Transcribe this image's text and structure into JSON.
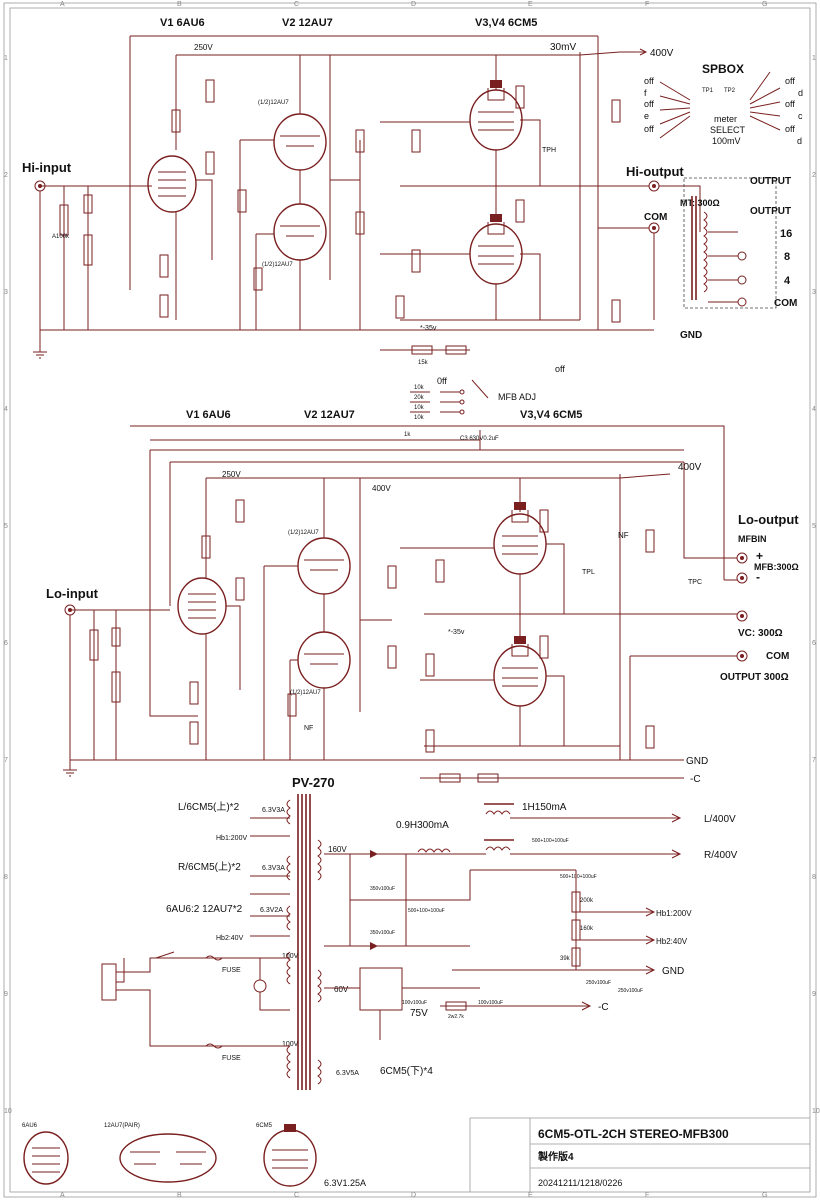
{
  "top_section": {
    "tube_v1": "V1 6AU6",
    "tube_v2": "V2 12AU7",
    "tube_v34": "V3,V4 6CM5",
    "hi_input": "Hi-input",
    "hi_output": "Hi-output",
    "b250": "250V",
    "b400": "400V",
    "mv30": "30mV",
    "spbox": "SPBOX",
    "meter": "meter",
    "select": "SELECT",
    "mv100": "100mV",
    "output1": "OUTPUT",
    "output2": "OUTPUT",
    "mt": "MT: 300Ω",
    "tap16": "16",
    "tap8": "8",
    "tap4": "4",
    "com1": "COM",
    "com2": "COM",
    "gnd": "GND",
    "off": "off",
    "minus35": "*-35v",
    "tp1": "TP1",
    "tp2": "TP2",
    "tph": "TPH"
  },
  "mfb_adj": {
    "label": "MFB ADJ",
    "off": "0ff",
    "r1": "10k",
    "r2": "20k",
    "r3": "10k",
    "r4": "10k",
    "feedback_cap": "C3 630V0.2uF",
    "feedback_res": "1k"
  },
  "bottom_section": {
    "tube_v1": "V1 6AU6",
    "tube_v2": "V2 12AU7",
    "tube_v34": "V3,V4 6CM5",
    "lo_input": "Lo-input",
    "lo_output": "Lo-output",
    "b250": "250V",
    "b400": "400V",
    "mfbin": "MFBIN",
    "mfb300": "MFB:300Ω",
    "plus": "+",
    "minus": "-",
    "vc300": "VC: 300Ω",
    "com": "COM",
    "output300": "OUTPUT 300Ω",
    "gnd": "GND",
    "minus_c": "-C",
    "nf": "NF",
    "tpl": "TPL",
    "tpc": "TPC",
    "minus35": "*-35v"
  },
  "power": {
    "transformer": "PV-270",
    "l_6cm5": "L/6CM5(上)*2",
    "r_6cm5": "R/6CM5(上)*2",
    "au6": "6AU6:2 12AU7*2",
    "hb1_200": "Hb1:200V",
    "hb2_40": "Hb2:40V",
    "v63_3a_1": "6.3V3A",
    "v63_3a_2": "6.3V3A",
    "v63_2a": "6.3V2A",
    "v160": "160V",
    "v100a": "100V",
    "v100b": "100V",
    "v60": "60V",
    "v75": "75V",
    "v63_5a": "6.3V5A",
    "cm5_lower": "6CM5(下)*4",
    "choke1": "0.9H300mA",
    "choke2": "1H150mA",
    "l400": "L/400V",
    "r400": "R/400V",
    "hb1_out": "Hb1:200V",
    "hb2_out": "Hb2:40V",
    "gnd": "GND",
    "minus_c": "-C",
    "fuse1": "FUSE",
    "fuse2": "FUSE",
    "cap_a": "350v100uF",
    "cap_b": "350v100uF",
    "cap_c": "500+100+100uF",
    "cap_d": "500+100+100uF",
    "cap_e": "500+100+100uF",
    "r200k": "200k",
    "r160k": "160k",
    "r39k": "39k",
    "c250a": "250v100uF",
    "c250b": "250v100uF",
    "c100a": "100v100uF",
    "c100b": "100v100uF",
    "r27k": "2w2.7k"
  },
  "legend": {
    "v6au6": "6AU6",
    "v12au7": "12AU7(PAIR)",
    "v6cm5": "6CM5",
    "heater": "6.3V1.25A"
  },
  "titleblock": {
    "title": "6CM5-OTL-2CH STEREO-MFB300",
    "edition": "製作版4",
    "date": "20241211/1218/0226"
  },
  "grid": {
    "cols": [
      "A",
      "B",
      "C",
      "D",
      "E",
      "F",
      "G"
    ],
    "rows": [
      "1",
      "2",
      "3",
      "4",
      "5",
      "6",
      "7",
      "8",
      "9",
      "10"
    ]
  }
}
